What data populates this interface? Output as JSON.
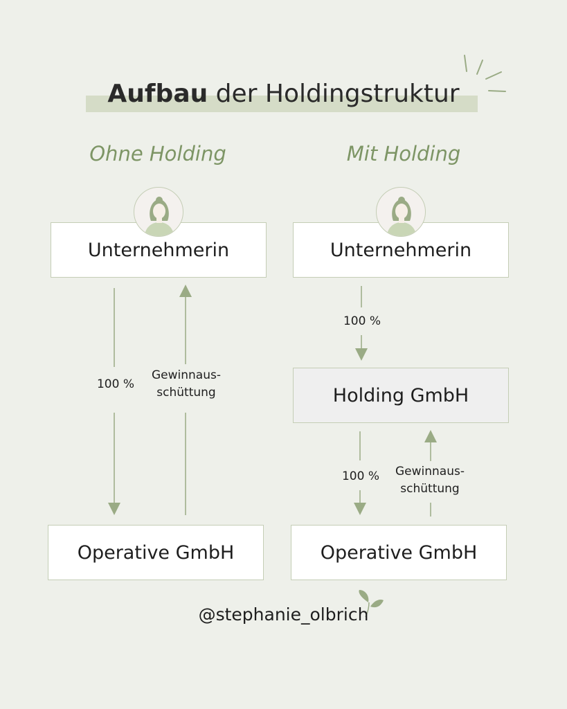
{
  "title": {
    "bold": "Aufbau",
    "rest": " der Holdingstruktur"
  },
  "left": {
    "heading": "Ohne Holding",
    "owner": "Unternehmerin",
    "down_label": "100 %",
    "up_label_1": "Gewinnaus-",
    "up_label_2": "schüttung",
    "company": "Operative GmbH"
  },
  "right": {
    "heading": "Mit Holding",
    "owner": "Unternehmerin",
    "down_label_1": "100 %",
    "holding": "Holding GmbH",
    "down_label_2": "100 %",
    "up_label_1": "Gewinnaus-",
    "up_label_2": "schüttung",
    "company": "Operative GmbH"
  },
  "footer": {
    "handle": "@stephanie_olbrich"
  },
  "colors": {
    "accent": "#7d9565",
    "arrow": "#9aab85",
    "background": "#eef0ea"
  }
}
